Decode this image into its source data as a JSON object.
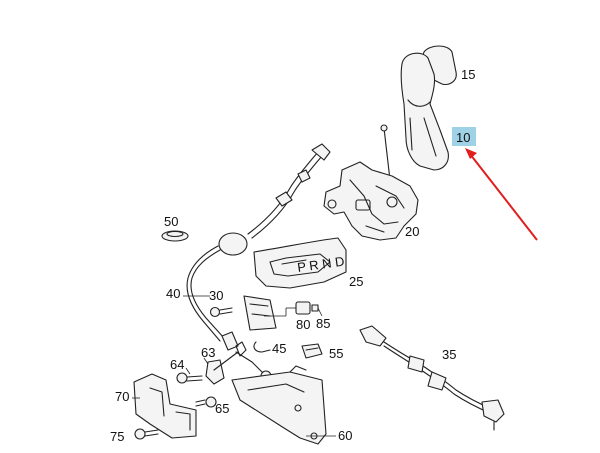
{
  "diagram": {
    "callouts": {
      "c10": "10",
      "c15": "15",
      "c20": "20",
      "c25": "25",
      "c30": "30",
      "c35": "35",
      "c40": "40",
      "c45": "45",
      "c50": "50",
      "c55": "55",
      "c60": "60",
      "c63": "63",
      "c64": "64",
      "c65": "65",
      "c70": "70",
      "c75": "75",
      "c80": "80",
      "c85": "85"
    },
    "highlighted_part": "10",
    "colors": {
      "highlight": "#9fd2e6",
      "arrow": "#e11d1d",
      "line": "#222222"
    }
  }
}
